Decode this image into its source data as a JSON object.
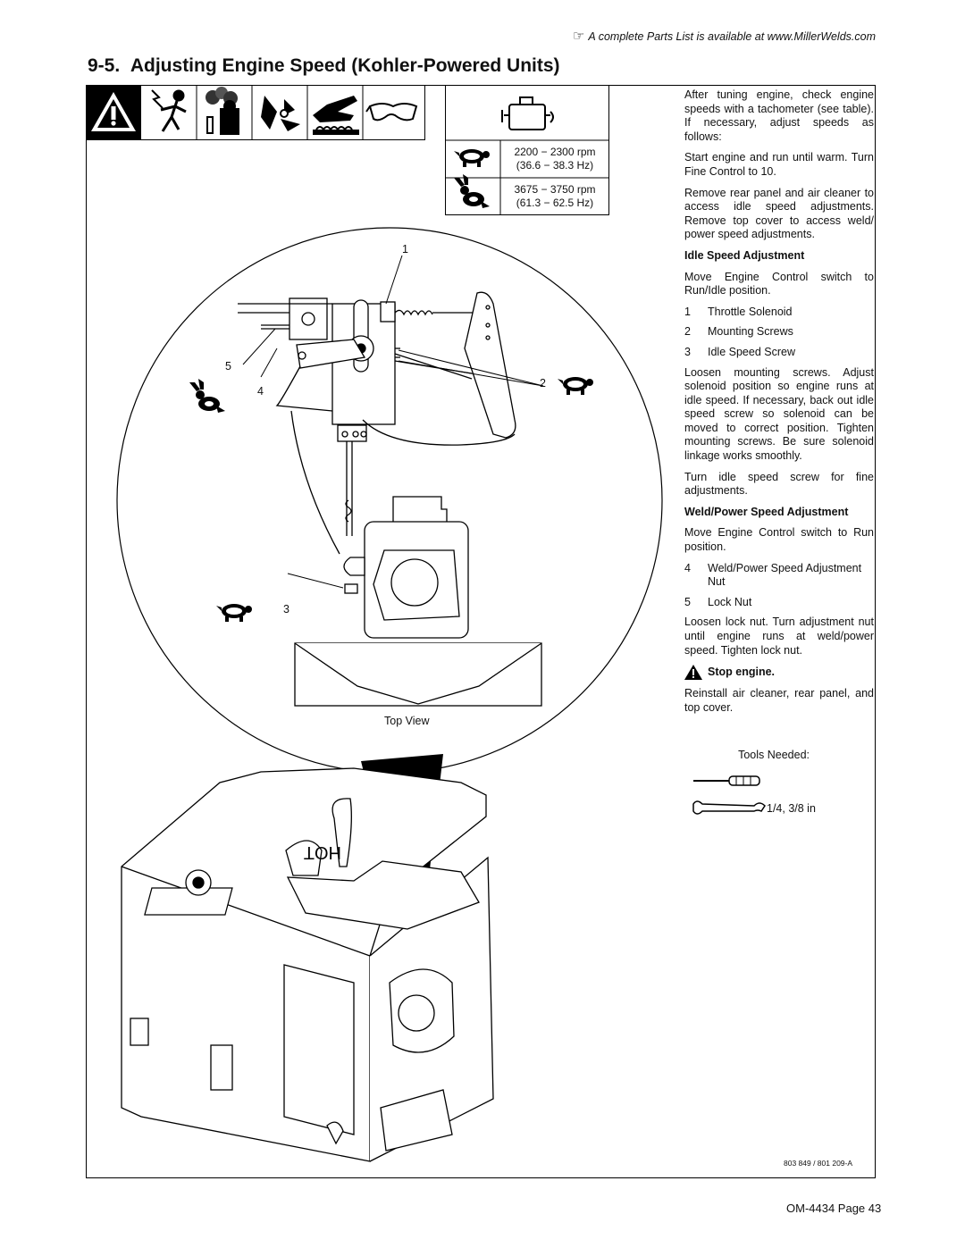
{
  "header": {
    "note": "A complete Parts List is available at www.MillerWelds.com",
    "hand_icon": "pointing-hand-icon"
  },
  "section": {
    "number": "9-5.",
    "title": "Adjusting Engine Speed (Kohler-Powered Units)"
  },
  "safety_icons": [
    "warning-icon",
    "electric-shock-icon",
    "fumes-icon",
    "moving-parts-icon",
    "hot-parts-icon",
    "safety-glasses-icon"
  ],
  "speed_table": {
    "idle": {
      "rpm": "2200 − 2300 rpm",
      "hz": "(36.6 − 38.3 Hz)",
      "icon": "turtle-icon"
    },
    "run": {
      "rpm": "3675 − 3750 rpm",
      "hz": "(61.3 − 62.5 Hz)",
      "icon": "rabbit-icon"
    }
  },
  "callouts": {
    "c1": "1",
    "c2": "2",
    "c3": "3",
    "c4": "4",
    "c5": "5"
  },
  "diagram": {
    "view_label": "Top View"
  },
  "instructions": {
    "intro": "After tuning engine, check engine speeds with a tachometer (see table). If necessary, adjust speeds as follows:",
    "start": "Start engine and run until warm. Turn Fine Control to 10.",
    "remove": "Remove rear panel and air cleaner to access idle speed adjustments. Remove top cover to access weld/ power speed adjustments.",
    "idle_heading": "Idle Speed Adjustment",
    "idle_move": "Move Engine Control switch to Run/Idle position.",
    "idle_items": [
      {
        "num": "1",
        "label": "Throttle Solenoid"
      },
      {
        "num": "2",
        "label": "Mounting Screws"
      },
      {
        "num": "3",
        "label": "Idle Speed Screw"
      }
    ],
    "idle_loosen": "Loosen mounting screws. Adjust solenoid position so engine runs at idle speed. If necessary, back out idle speed screw so solenoid can be moved to correct position. Tighten mounting screws. Be sure solenoid linkage works smoothly.",
    "idle_fine": "Turn idle speed screw for fine adjustments.",
    "weld_heading": "Weld/Power Speed Adjustment",
    "weld_move": "Move Engine Control switch to Run position.",
    "weld_items": [
      {
        "num": "4",
        "label": "Weld/Power Speed Adjustment Nut"
      },
      {
        "num": "5",
        "label": "Lock Nut"
      }
    ],
    "weld_loosen": "Loosen lock nut. Turn adjustment nut until engine runs at weld/power speed. Tighten lock nut.",
    "stop": "Stop engine.",
    "reinstall": "Reinstall air cleaner, rear panel, and top cover."
  },
  "tools": {
    "label": "Tools Needed:",
    "wrench_sizes": "1/4, 3/8 in",
    "icons": [
      "screwdriver-icon",
      "wrench-icon"
    ]
  },
  "machine_label": "HOT",
  "footer": {
    "figure_ref": "803 849 / 801 209-A",
    "page": "OM-4434 Page 43"
  }
}
